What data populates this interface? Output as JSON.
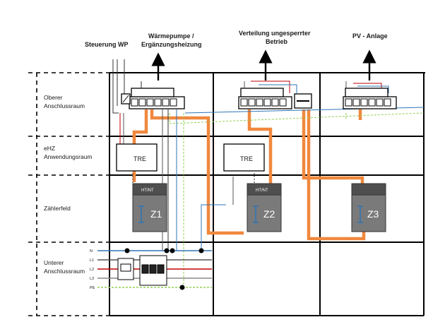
{
  "top_labels": {
    "steuerung": "Steuerung WP",
    "waermepumpe_1": "Wärmepumpe /",
    "waermepumpe_2": "Ergänzungsheizung",
    "verteilung_1": "Verteilung ungesperrter",
    "verteilung_2": "Betrieb",
    "pv": "PV - Anlage"
  },
  "rows": {
    "oberer_1": "Oberer",
    "oberer_2": "Anschlussraum",
    "ehz_1": "eHZ",
    "ehz_2": "Anwendungsraum",
    "zaehler": "Zählerfeld",
    "unterer_1": "Unterer",
    "unterer_2": "Anschlussraum"
  },
  "bus": [
    "N",
    "L1",
    "L2",
    "L3",
    "PE"
  ],
  "tre_label": "TRE",
  "meters": [
    {
      "label": "Z1",
      "header": "HT/NT"
    },
    {
      "label": "Z2",
      "header": "HT/NT"
    },
    {
      "label": "Z3",
      "header": ""
    }
  ],
  "colors": {
    "orange": "#f0883e",
    "meter": "#7a7a7a",
    "meter_dark": "#4f4f4f",
    "n": "#2e75b6",
    "l1": "#555555",
    "l2": "#c00000",
    "l3": "#888888",
    "pe": "#92d050"
  }
}
